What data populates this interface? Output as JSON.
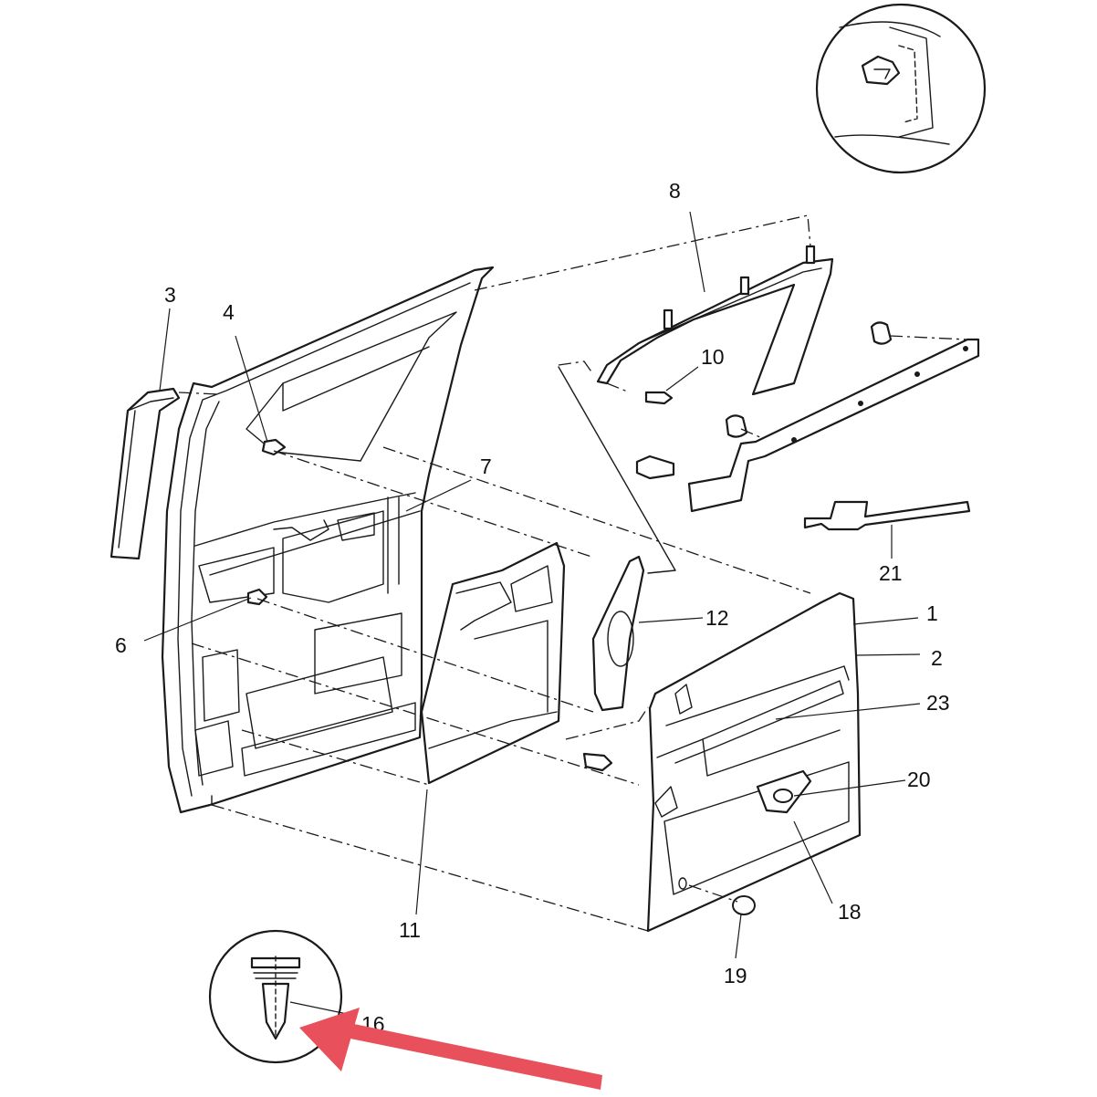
{
  "labels": {
    "l1": "1",
    "l2": "2",
    "l3": "3",
    "l4": "4",
    "l6": "6",
    "l7": "7",
    "l8": "8",
    "l10": "10",
    "l11": "11",
    "l12": "12",
    "l16": "16",
    "l18": "18",
    "l19": "19",
    "l20": "20",
    "l21": "21",
    "l23": "23"
  },
  "colors": {
    "line": "#1a1a1a",
    "arrow": "#e8505b",
    "background": "#ffffff"
  },
  "icons": {
    "pointer": "red-arrow-icon",
    "detail_top": "clip-detail-icon",
    "detail_bottom": "push-pin-fastener-icon"
  }
}
